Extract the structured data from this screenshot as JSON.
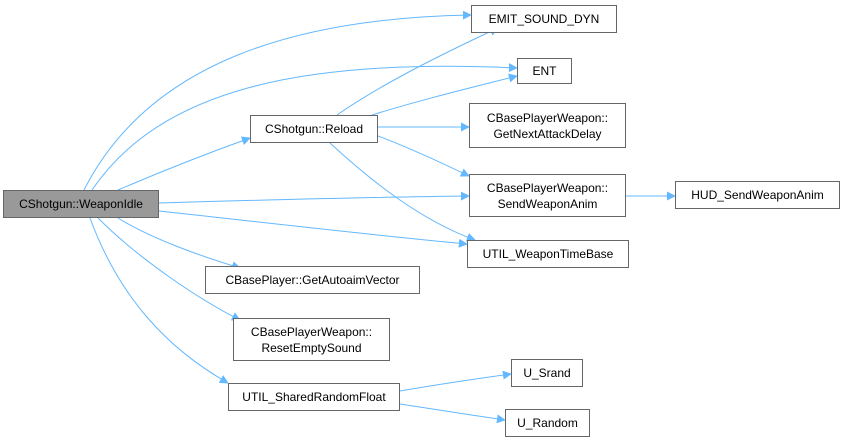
{
  "graph": {
    "edge_color": "#63b8ff",
    "root_fill": "#999999",
    "border_color": "#666666",
    "nodes": [
      {
        "id": "weaponidle",
        "lines": [
          "CShotgun::WeaponIdle"
        ],
        "root": true
      },
      {
        "id": "emit_sound_dyn",
        "lines": [
          "EMIT_SOUND_DYN"
        ]
      },
      {
        "id": "ent",
        "lines": [
          "ENT"
        ]
      },
      {
        "id": "reload",
        "lines": [
          "CShotgun::Reload"
        ]
      },
      {
        "id": "getnextattackdelay",
        "lines": [
          "CBasePlayerWeapon::",
          "GetNextAttackDelay"
        ]
      },
      {
        "id": "sendweaponanim",
        "lines": [
          "CBasePlayerWeapon::",
          "SendWeaponAnim"
        ]
      },
      {
        "id": "hud_sendweaponanim",
        "lines": [
          "HUD_SendWeaponAnim"
        ]
      },
      {
        "id": "util_weapontimebase",
        "lines": [
          "UTIL_WeaponTimeBase"
        ]
      },
      {
        "id": "getautoaimvector",
        "lines": [
          "CBasePlayer::GetAutoaimVector"
        ]
      },
      {
        "id": "resetemptysound",
        "lines": [
          "CBasePlayerWeapon::",
          "ResetEmptySound"
        ]
      },
      {
        "id": "util_sharedrandomfloat",
        "lines": [
          "UTIL_SharedRandomFloat"
        ]
      },
      {
        "id": "u_srand",
        "lines": [
          "U_Srand"
        ]
      },
      {
        "id": "u_random",
        "lines": [
          "U_Random"
        ]
      }
    ],
    "edges": [
      {
        "from": "weaponidle",
        "to": "emit_sound_dyn"
      },
      {
        "from": "weaponidle",
        "to": "ent"
      },
      {
        "from": "weaponidle",
        "to": "reload"
      },
      {
        "from": "weaponidle",
        "to": "sendweaponanim"
      },
      {
        "from": "weaponidle",
        "to": "util_weapontimebase"
      },
      {
        "from": "weaponidle",
        "to": "getautoaimvector"
      },
      {
        "from": "weaponidle",
        "to": "resetemptysound"
      },
      {
        "from": "weaponidle",
        "to": "util_sharedrandomfloat"
      },
      {
        "from": "reload",
        "to": "emit_sound_dyn"
      },
      {
        "from": "reload",
        "to": "ent"
      },
      {
        "from": "reload",
        "to": "getnextattackdelay"
      },
      {
        "from": "reload",
        "to": "sendweaponanim"
      },
      {
        "from": "reload",
        "to": "util_weapontimebase"
      },
      {
        "from": "sendweaponanim",
        "to": "hud_sendweaponanim"
      },
      {
        "from": "util_sharedrandomfloat",
        "to": "u_srand"
      },
      {
        "from": "util_sharedrandomfloat",
        "to": "u_random"
      }
    ]
  }
}
